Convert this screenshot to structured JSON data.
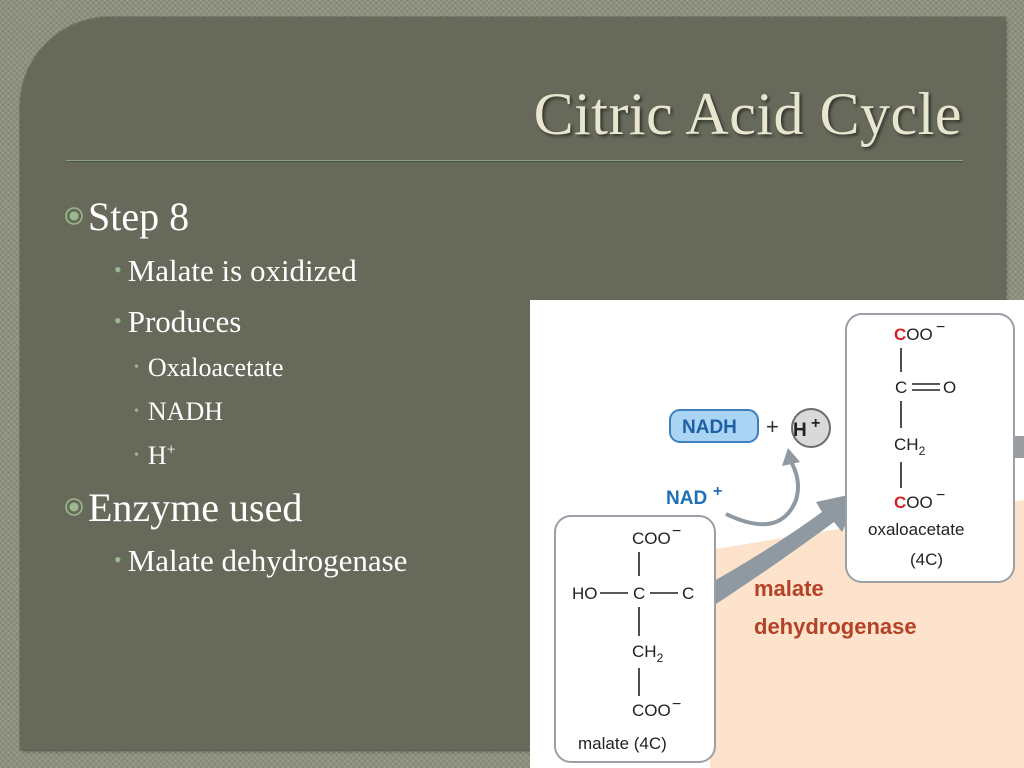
{
  "slide": {
    "title": "Citric Acid Cycle",
    "bullets": [
      {
        "text": "Step 8",
        "children": [
          {
            "text": "Malate is oxidized"
          },
          {
            "text": "Produces",
            "children": [
              {
                "text": "Oxaloacetate"
              },
              {
                "text": "NADH"
              },
              {
                "text": "H",
                "sup": "+"
              }
            ]
          }
        ]
      },
      {
        "text": "Enzyme used",
        "children": [
          {
            "text": "Malate dehydrogenase"
          }
        ]
      }
    ]
  },
  "figure": {
    "malate": {
      "top_group": "COO",
      "charge": "−",
      "ho": "HO",
      "c_center": "C",
      "c_right": "C",
      "ch": "CH",
      "sub2": "2",
      "bottom_group": "COO",
      "name": "malate (4C)"
    },
    "oxaloacetate": {
      "top_c": "C",
      "top_oo": "OO",
      "charge": "−",
      "c_center": "C",
      "o": "O",
      "ch": "CH",
      "sub2": "2",
      "bottom_c": "C",
      "bottom_oo": "OO",
      "name": "oxaloacetate",
      "carbons": "(4C)"
    },
    "nadh": "NADH",
    "plus": "+",
    "h": "H",
    "h_charge": "+",
    "nad": "NAD",
    "nad_charge": "+",
    "enzyme_line1": "malate",
    "enzyme_line2": "dehydrogenase",
    "colors": {
      "red_carbon": "#d2232a",
      "nad_blue": "#1f6fb4",
      "enzyme": "#b34226",
      "peach": "#fde3cb",
      "arrow": "#8e99a2"
    }
  }
}
